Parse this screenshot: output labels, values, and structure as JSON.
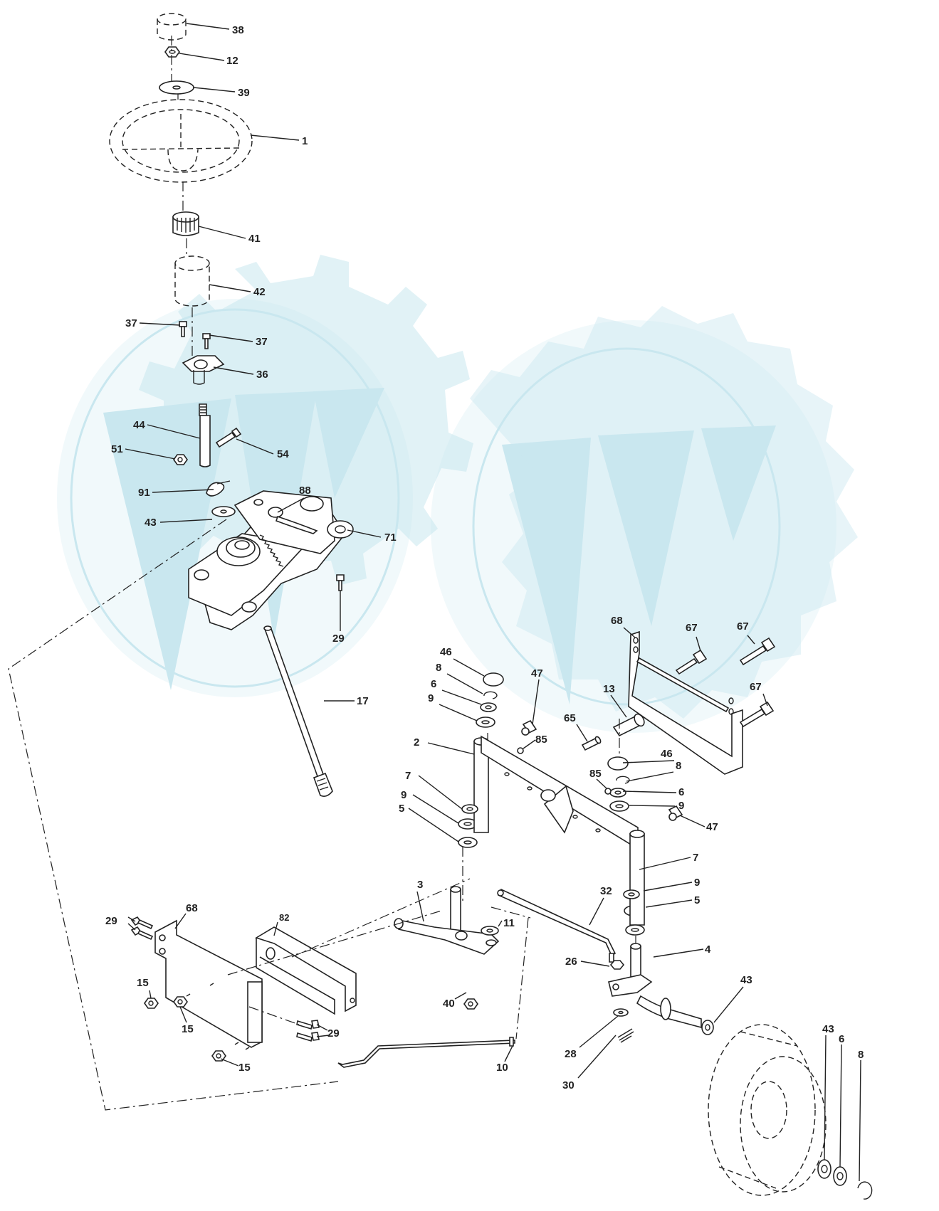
{
  "colors": {
    "watermark": "#c9e7ef",
    "line": "#222222",
    "background": "#ffffff"
  },
  "watermark": {
    "icon": "gear-tractor-wheel-logo",
    "count": 2
  },
  "callouts": {
    "c38": "38",
    "c12": "12",
    "c39": "39",
    "c1": "1",
    "c41": "41",
    "c42": "42",
    "c37a": "37",
    "c37b": "37",
    "c36": "36",
    "c44": "44",
    "c51": "51",
    "c54": "54",
    "c91": "91",
    "c88": "88",
    "c43a": "43",
    "c71": "71",
    "c29a": "29",
    "c17": "17",
    "c68a": "68",
    "c67a": "67",
    "c67b": "67",
    "c67c": "67",
    "c46a": "46",
    "c8a": "8",
    "c6a": "6",
    "c9a": "9",
    "c47a": "47",
    "c13": "13",
    "c65": "65",
    "c85a": "85",
    "c2": "2",
    "c46b": "46",
    "c8b": "8",
    "c85b": "85",
    "c6b": "6",
    "c9b": "9",
    "c7a": "7",
    "c9c": "9",
    "c5a": "5",
    "c47b": "47",
    "c7b": "7",
    "c9d": "9",
    "c5b": "5",
    "c32": "32",
    "c3": "3",
    "c11": "11",
    "c4": "4",
    "c26": "26",
    "c43b": "43",
    "c40": "40",
    "c28": "28",
    "c30": "30",
    "c10": "10",
    "c68b": "68",
    "c82": "82",
    "c29b": "29",
    "c15a": "15",
    "c15b": "15",
    "c15c": "15",
    "c29c": "29",
    "c43c": "43",
    "c6c": "6",
    "c8c": "8"
  }
}
